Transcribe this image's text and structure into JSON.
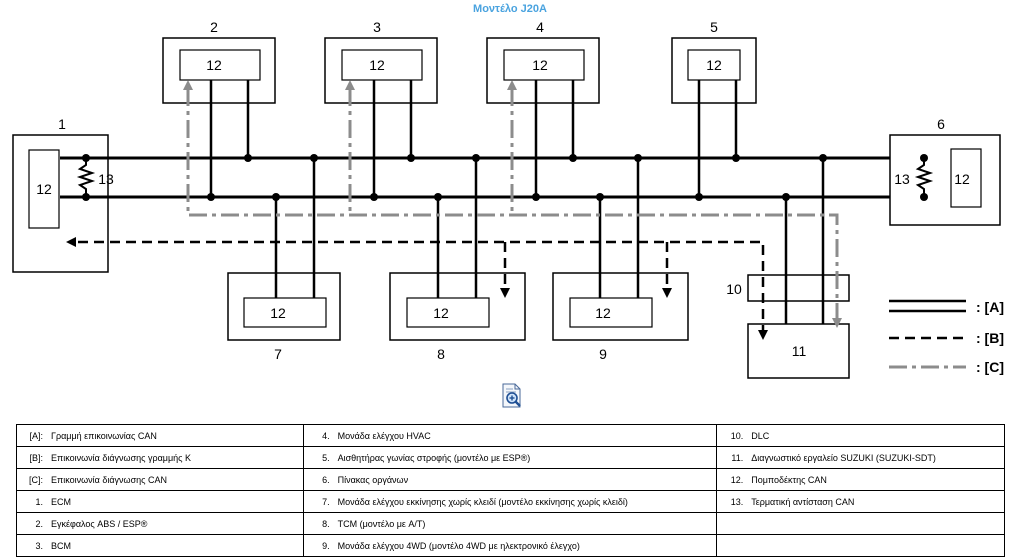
{
  "title": "Μοντέλο J20A",
  "ecu_label": "12",
  "terminator_label": "13",
  "node_numbers": {
    "n1": "1",
    "n2": "2",
    "n3": "3",
    "n4": "4",
    "n5": "5",
    "n6": "6",
    "n7": "7",
    "n8": "8",
    "n9": "9",
    "n10": "10",
    "n11": "11"
  },
  "legend": {
    "a": ": [A]",
    "b": ": [B]",
    "c": ": [C]"
  },
  "legend_colors": {
    "a": "#000000",
    "b": "#000000",
    "c": "#8c8c8c"
  },
  "zoom_icon": "zoom-in-icon",
  "key": {
    "c1": [
      {
        "k": "[A]:",
        "v": "Γραμμή επικοινωνίας CAN"
      },
      {
        "k": "[B]:",
        "v": "Επικοινωνία διάγνωσης γραμμής K"
      },
      {
        "k": "[C]:",
        "v": "Επικοινωνία διάγνωσης CAN"
      },
      {
        "k": "1.",
        "v": "ECM"
      },
      {
        "k": "2.",
        "v": "Εγκέφαλος ABS / ESP®"
      },
      {
        "k": "3.",
        "v": "BCM"
      }
    ],
    "c2": [
      {
        "k": "4.",
        "v": "Μονάδα ελέγχου HVAC"
      },
      {
        "k": "5.",
        "v": "Αισθητήρας γωνίας στροφής (μοντέλο με ESP®)"
      },
      {
        "k": "6.",
        "v": "Πίνακας οργάνων"
      },
      {
        "k": "7.",
        "v": "Μονάδα ελέγχου εκκίνησης χωρίς κλειδί (μοντέλο εκκίνησης χωρίς κλειδί)"
      },
      {
        "k": "8.",
        "v": "TCM (μοντέλο με A/T)"
      },
      {
        "k": "9.",
        "v": "Μονάδα ελέγχου 4WD (μοντέλο 4WD με ηλεκτρονικό έλεγχο)"
      }
    ],
    "c3": [
      {
        "k": "10.",
        "v": "DLC"
      },
      {
        "k": "11.",
        "v": "Διαγνωστικό εργαλείο SUZUKI (SUZUKI-SDT)"
      },
      {
        "k": "12.",
        "v": "Πομποδέκτης CAN"
      },
      {
        "k": "13.",
        "v": "Τερματική αντίσταση CAN"
      },
      {
        "k": "",
        "v": ""
      },
      {
        "k": "",
        "v": ""
      }
    ]
  }
}
